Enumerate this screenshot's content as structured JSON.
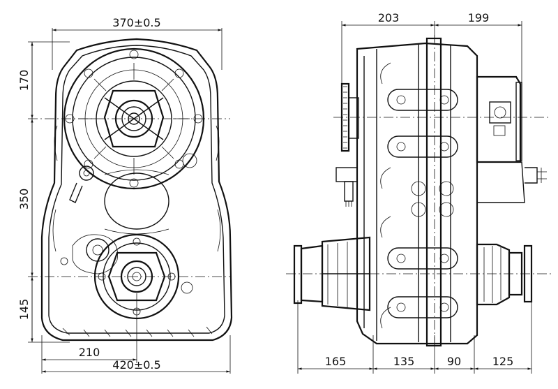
{
  "front_view": {
    "dim_top_width": "370±0.5",
    "dim_bottom_width": "420±0.5",
    "dim_bottom_partial": "210",
    "dim_left_upper": "170",
    "dim_left_middle": "350",
    "dim_left_lower": "145"
  },
  "side_view": {
    "dim_top_left": "203",
    "dim_top_right": "199",
    "dim_bottom_1": "165",
    "dim_bottom_2": "135",
    "dim_bottom_3": "90",
    "dim_bottom_4": "125"
  }
}
